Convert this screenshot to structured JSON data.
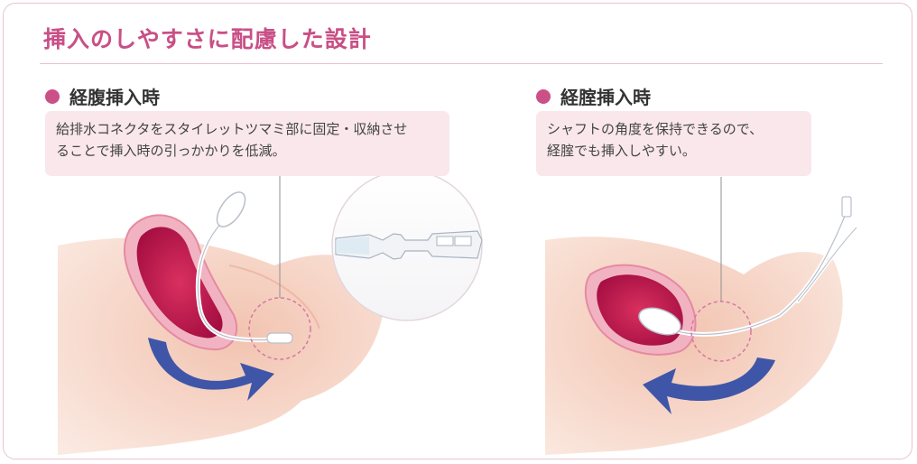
{
  "title": "挿入のしやすさに配慮した設計",
  "left": {
    "heading": "経腹挿入時",
    "line1": "給排水コネクタをスタイレットツマミ部に固定・収納させ",
    "line2": "ることで挿入時の引っかかりを低減。"
  },
  "right": {
    "heading": "経腟挿入時",
    "line1": "シャフトの角度を保持できるので、",
    "line2": "経腟でも挿入しやすい。"
  },
  "colors": {
    "accent": "#cc5088",
    "title": "#c94f86",
    "callout_bg": "#f9e7ec",
    "arrow": "#3f56a8",
    "uterus": "#b8154c",
    "skin": "#f5d7c8"
  },
  "icons": [
    "bullet-dot-icon",
    "curved-arrow-icon"
  ]
}
